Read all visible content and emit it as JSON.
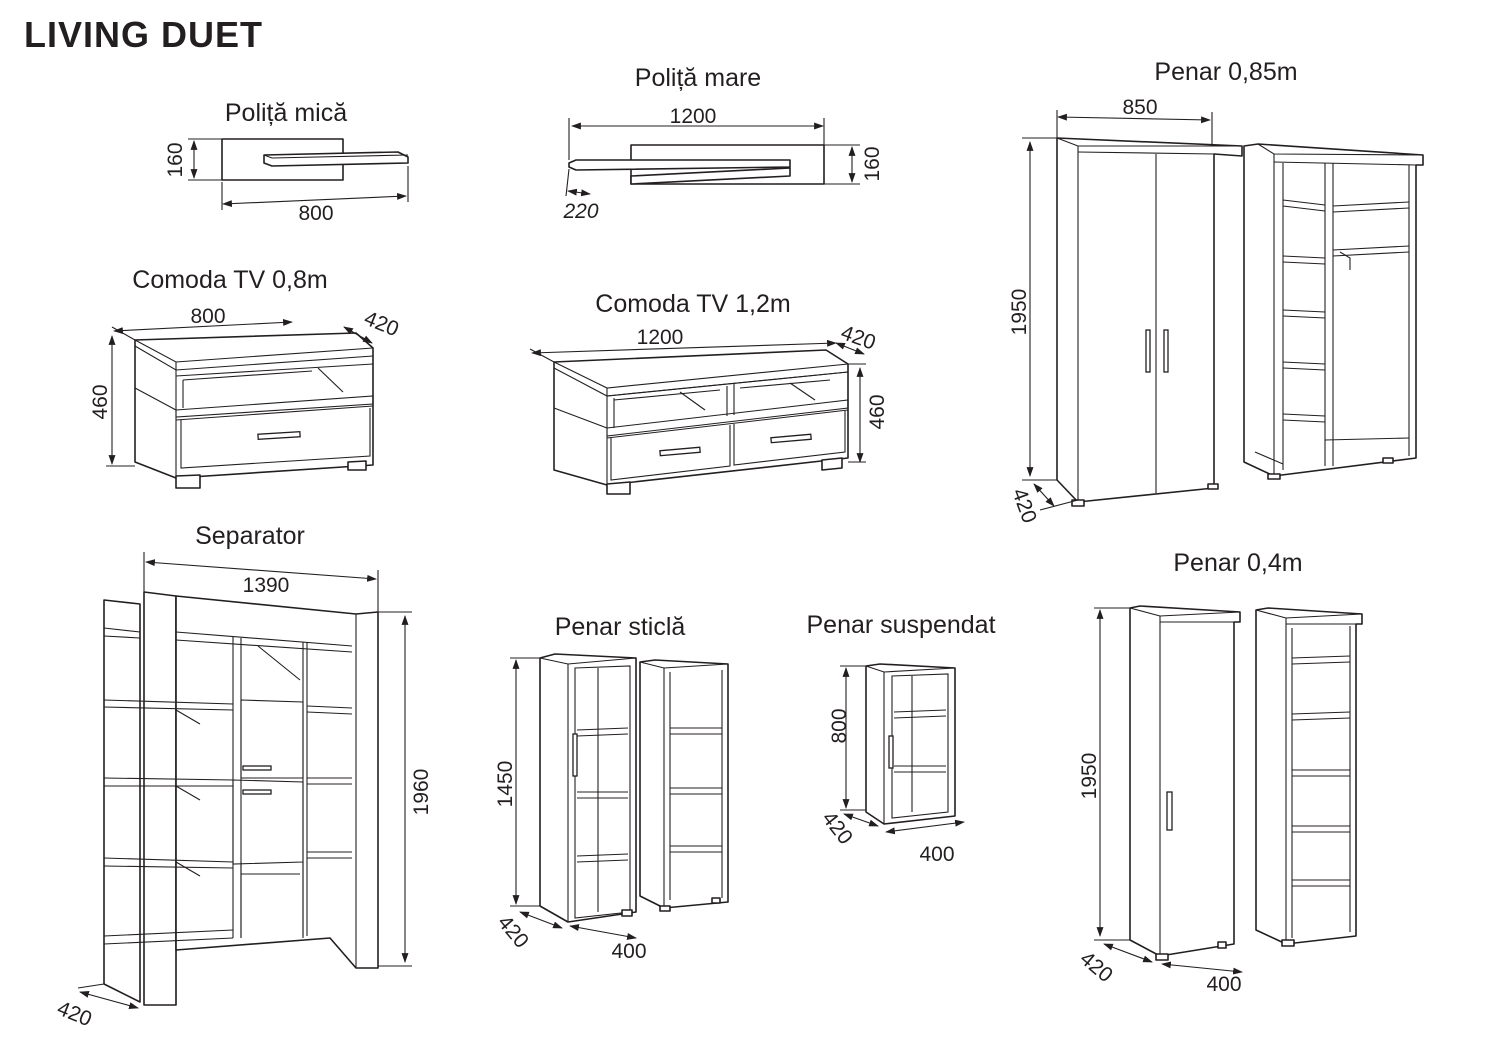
{
  "title": "LIVING DUET",
  "items": {
    "polita_mica": {
      "name": "Poliță mică",
      "width": "800",
      "height": "160"
    },
    "polita_mare": {
      "name": "Poliță mare",
      "width": "1200",
      "height": "160",
      "depth": "220"
    },
    "penar_085": {
      "name": "Penar 0,85m",
      "width": "850",
      "height": "1950",
      "depth": "420"
    },
    "comoda_08": {
      "name": "Comoda TV 0,8m",
      "width": "800",
      "depth": "420",
      "height": "460"
    },
    "comoda_12": {
      "name": "Comoda TV 1,2m",
      "width": "1200",
      "depth": "420",
      "height": "460"
    },
    "separator": {
      "name": "Separator",
      "width": "1390",
      "height": "1960",
      "depth": "420"
    },
    "penar_sticla": {
      "name": "Penar sticlă",
      "height": "1450",
      "depth": "420",
      "width": "400"
    },
    "penar_suspendat": {
      "name": "Penar suspendat",
      "height": "800",
      "depth": "420",
      "width": "400"
    },
    "penar_04": {
      "name": "Penar 0,4m",
      "height": "1950",
      "depth": "420",
      "width": "400"
    }
  }
}
